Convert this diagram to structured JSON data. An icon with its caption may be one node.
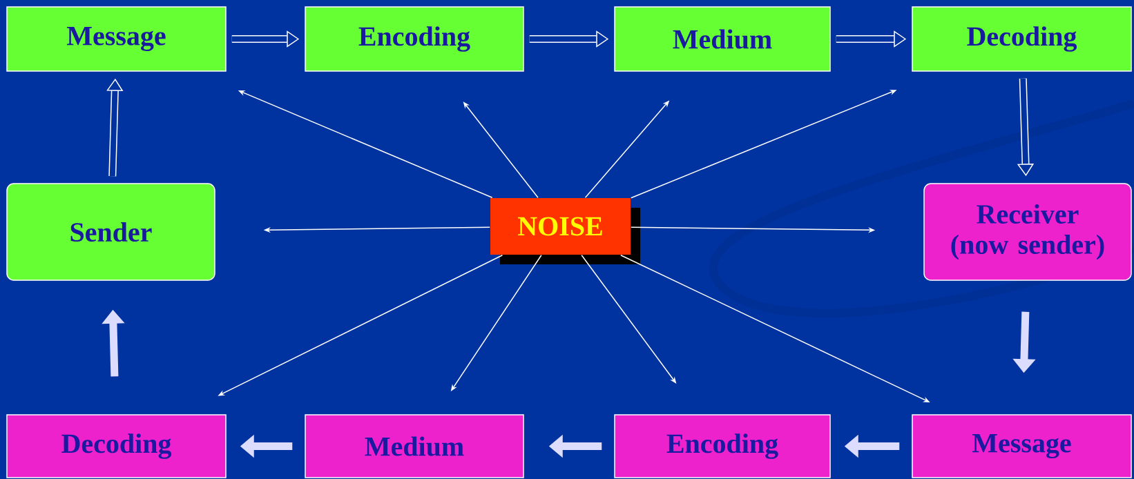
{
  "diagram": {
    "nodes": [
      {
        "text": [
          "Message"
        ]
      },
      {
        "text": [
          "Encoding"
        ]
      },
      {
        "text": [
          "Medium"
        ]
      },
      {
        "text": [
          "Decoding"
        ]
      },
      {
        "text": [
          "Sender"
        ]
      },
      {
        "text": [
          "NOISE"
        ]
      },
      {
        "text": [
          "Receiver (now sender)"
        ]
      },
      {
        "text": [
          "Decoding"
        ]
      },
      {
        "text": [
          "Medium"
        ]
      },
      {
        "text": [
          "Encoding"
        ]
      },
      {
        "text": [
          "Message"
        ]
      }
    ],
    "edges": [
      {
        "from": 0,
        "to": 1,
        "arrow": "to",
        "style": "thick"
      },
      {
        "from": 1,
        "to": 2,
        "arrow": "to",
        "style": "thick"
      },
      {
        "from": 2,
        "to": 3,
        "arrow": "to",
        "style": "thick"
      },
      {
        "from": 3,
        "to": 6,
        "arrow": "to",
        "style": "thick"
      },
      {
        "from": 6,
        "to": 10,
        "arrow": "to",
        "style": "thick",
        "color": "#dcdcff"
      },
      {
        "from": 10,
        "to": 9,
        "arrow": "to",
        "style": "thick",
        "color": "#dcdcff"
      },
      {
        "from": 9,
        "to": 8,
        "arrow": "to",
        "style": "thick",
        "color": "#dcdcff"
      },
      {
        "from": 8,
        "to": 7,
        "arrow": "to",
        "style": "thick",
        "color": "#dcdcff"
      },
      {
        "from": 7,
        "to": 4,
        "arrow": "to",
        "style": "thick",
        "color": "#dcdcff"
      },
      {
        "from": 4,
        "to": 0,
        "arrow": "to",
        "style": "thick"
      },
      {
        "from": 5,
        "to": 0,
        "arrow": "to"
      },
      {
        "from": 5,
        "to": 1,
        "arrow": "to"
      },
      {
        "from": 5,
        "to": 2,
        "arrow": "to"
      },
      {
        "from": 5,
        "to": 3,
        "arrow": "to"
      },
      {
        "from": 5,
        "to": 4,
        "arrow": "to"
      },
      {
        "from": 5,
        "to": 6,
        "arrow": "to"
      },
      {
        "from": 5,
        "to": 7,
        "arrow": "to"
      },
      {
        "from": 5,
        "to": 8,
        "arrow": "to"
      },
      {
        "from": 5,
        "to": 9,
        "arrow": "to"
      },
      {
        "from": 5,
        "to": 10,
        "arrow": "to"
      }
    ]
  }
}
